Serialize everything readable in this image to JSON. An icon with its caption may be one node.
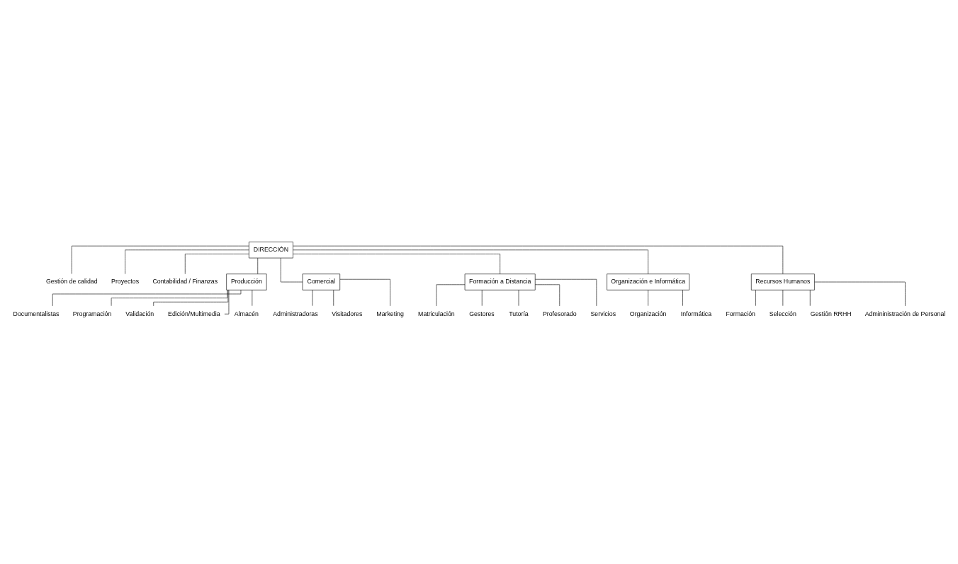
{
  "diagram": {
    "nodes": [
      {
        "text": [
          "DIRECCIÓN"
        ]
      },
      {
        "text": [
          "Gestión de calidad"
        ]
      },
      {
        "text": [
          "Proyectos"
        ]
      },
      {
        "text": [
          "Contabilidad / Finanzas"
        ]
      },
      {
        "text": [
          "Producción"
        ]
      },
      {
        "text": [
          "Comercial"
        ]
      },
      {
        "text": [
          "Formación a Distancia"
        ]
      },
      {
        "text": [
          "Organización e Informática"
        ]
      },
      {
        "text": [
          "Recursos Humanos"
        ]
      },
      {
        "text": [
          "Documentalistas"
        ]
      },
      {
        "text": [
          "Programación"
        ]
      },
      {
        "text": [
          "Validación"
        ]
      },
      {
        "text": [
          "Edición/Multimedia"
        ]
      },
      {
        "text": [
          "Almacén"
        ]
      },
      {
        "text": [
          "Administradoras"
        ]
      },
      {
        "text": [
          "Visitadores"
        ]
      },
      {
        "text": [
          "Marketing"
        ]
      },
      {
        "text": [
          "Matriculación"
        ]
      },
      {
        "text": [
          "Gestores"
        ]
      },
      {
        "text": [
          "Tutoría"
        ]
      },
      {
        "text": [
          "Profesorado"
        ]
      },
      {
        "text": [
          "Servicios"
        ]
      },
      {
        "text": [
          "Organización"
        ]
      },
      {
        "text": [
          "Informática"
        ]
      },
      {
        "text": [
          "Formación"
        ]
      },
      {
        "text": [
          "Selección"
        ]
      },
      {
        "text": [
          "Gestión RRHH"
        ]
      },
      {
        "text": [
          "Admininistración de Personal"
        ]
      }
    ],
    "edges": [
      {
        "from": 0,
        "to": 1,
        "arrow": "none"
      },
      {
        "from": 0,
        "to": 2,
        "arrow": "none"
      },
      {
        "from": 0,
        "to": 3,
        "arrow": "none"
      },
      {
        "from": 0,
        "to": 4,
        "arrow": "none"
      },
      {
        "from": 0,
        "to": 5,
        "arrow": "none"
      },
      {
        "from": 0,
        "to": 6,
        "arrow": "none"
      },
      {
        "from": 0,
        "to": 7,
        "arrow": "none"
      },
      {
        "from": 0,
        "to": 8,
        "arrow": "none"
      },
      {
        "from": 4,
        "to": 9,
        "arrow": "none"
      },
      {
        "from": 4,
        "to": 10,
        "arrow": "none"
      },
      {
        "from": 4,
        "to": 11,
        "arrow": "none"
      },
      {
        "from": 4,
        "to": 12,
        "arrow": "none"
      },
      {
        "from": 4,
        "to": 13,
        "arrow": "none"
      },
      {
        "from": 5,
        "to": 14,
        "arrow": "none"
      },
      {
        "from": 5,
        "to": 15,
        "arrow": "none"
      },
      {
        "from": 5,
        "to": 16,
        "arrow": "none"
      },
      {
        "from": 6,
        "to": 17,
        "arrow": "none"
      },
      {
        "from": 6,
        "to": 18,
        "arrow": "none"
      },
      {
        "from": 6,
        "to": 19,
        "arrow": "none"
      },
      {
        "from": 6,
        "to": 20,
        "arrow": "none"
      },
      {
        "from": 6,
        "to": 21,
        "arrow": "none"
      },
      {
        "from": 7,
        "to": 22,
        "arrow": "none"
      },
      {
        "from": 7,
        "to": 23,
        "arrow": "none"
      },
      {
        "from": 8,
        "to": 24,
        "arrow": "none"
      },
      {
        "from": 8,
        "to": 25,
        "arrow": "none"
      },
      {
        "from": 8,
        "to": 26,
        "arrow": "none"
      },
      {
        "from": 8,
        "to": 27,
        "arrow": "none"
      }
    ]
  }
}
